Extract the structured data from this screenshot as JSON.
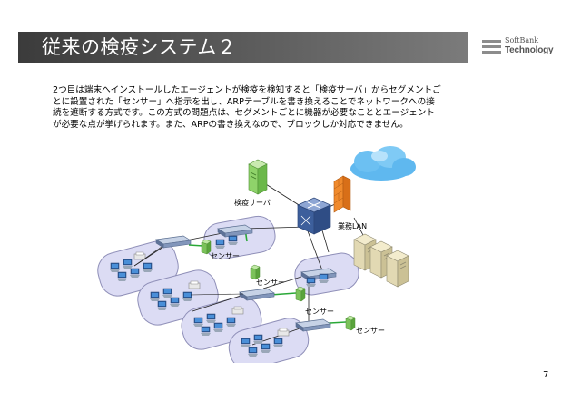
{
  "slide": {
    "title": "従来の検疫システム２",
    "logo": {
      "line1": "SoftBank",
      "line2": "Technology"
    },
    "body_lines": [
      "2つ目は端末へインストールしたエージェントが検疫を検知すると「検疫サーバ」からセグメントご",
      "とに設置された「センサー」へ指示を出し、ARPテーブルを書き換えることでネットワークへの接",
      "続を遮断する方式です。この方式の問題点は、セグメントごとに機器が必要なこととエージェント",
      "が必要な点が挙げられます。また、ARPの書き換えなので、ブロックしか対応できません。"
    ],
    "page_number": "7"
  },
  "diagram": {
    "labels": {
      "quarantine_server": "検疫サーバ",
      "business_lan": "業務LAN",
      "sensor_1": "センサー",
      "sensor_2": "センサー",
      "sensor_3": "センサー",
      "sensor_4": "センサー"
    },
    "colors": {
      "segment_fill": "#dcdcf4",
      "segment_stroke": "#8f8fb8",
      "server_green": "#8fd36a",
      "firewall": "#f08a2c",
      "cloud": "#5fb8ef",
      "link_green": "#2aa837",
      "switch_blue": "#3d5f9c"
    }
  }
}
